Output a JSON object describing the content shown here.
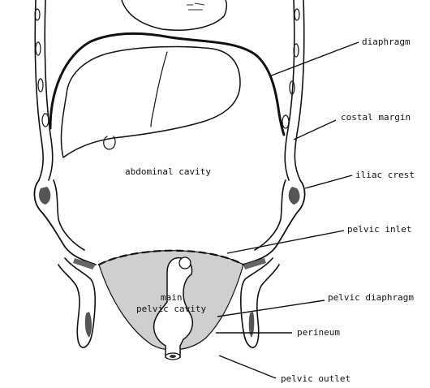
{
  "diagram": {
    "labels": {
      "diaphragm": "diaphragm",
      "costal_margin": "costal margin",
      "iliac_crest": "iliac crest",
      "abdominal_cavity": "abdominal cavity",
      "pelvic_inlet": "pelvic inlet",
      "main_pelvic_cavity_line1": "main",
      "main_pelvic_cavity_line2": "pelvic cavity",
      "pelvic_diaphragm": "pelvic diaphragm",
      "perineum": "perineum",
      "pelvic_outlet": "pelvic outlet"
    },
    "colors": {
      "ink": "#111111",
      "pelvic_fill": "#cfcfcf",
      "background": "#ffffff"
    }
  }
}
